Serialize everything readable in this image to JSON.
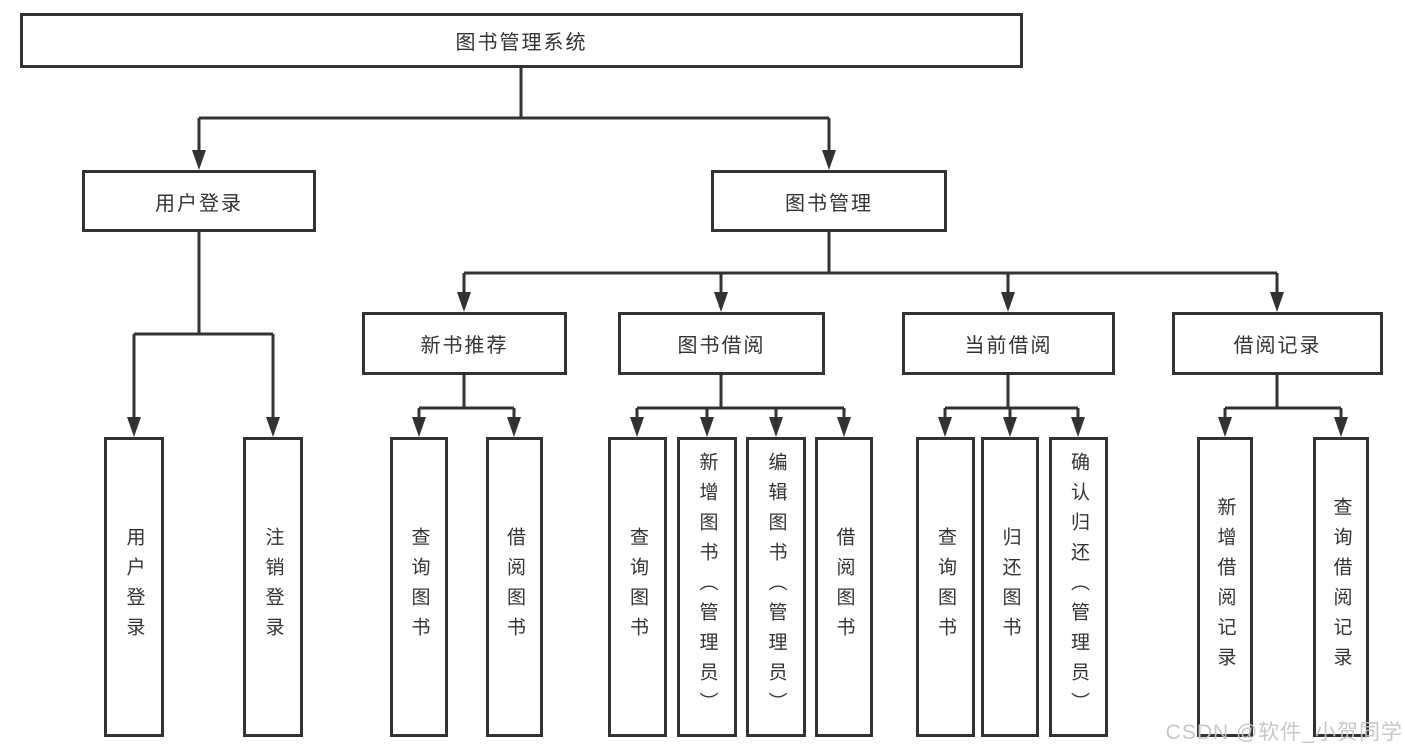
{
  "colors": {
    "line": "#323232",
    "box_border": "#323232",
    "box_fill": "#ffffff",
    "text": "#333333",
    "watermark": "#c5c5c5"
  },
  "watermark": {
    "text": "CSDN @软件_小贺同学"
  },
  "diagram": {
    "title": "图书管理系统",
    "branches": [
      {
        "label": "用户登录",
        "children": [
          {
            "label": "用户登录"
          },
          {
            "label": "注销登录"
          }
        ]
      },
      {
        "label": "图书管理",
        "children": [
          {
            "label": "新书推荐",
            "children": [
              {
                "label": "查询图书"
              },
              {
                "label": "借阅图书"
              }
            ]
          },
          {
            "label": "图书借阅",
            "children": [
              {
                "label": "查询图书"
              },
              {
                "label": "新增图书（管理员）"
              },
              {
                "label": "编辑图书（管理员）"
              },
              {
                "label": "借阅图书"
              }
            ]
          },
          {
            "label": "当前借阅",
            "children": [
              {
                "label": "查询图书"
              },
              {
                "label": "归还图书"
              },
              {
                "label": "确认归还（管理员）"
              }
            ]
          },
          {
            "label": "借阅记录",
            "children": [
              {
                "label": "新增借阅记录"
              },
              {
                "label": "查询借阅记录"
              }
            ]
          }
        ]
      }
    ]
  }
}
